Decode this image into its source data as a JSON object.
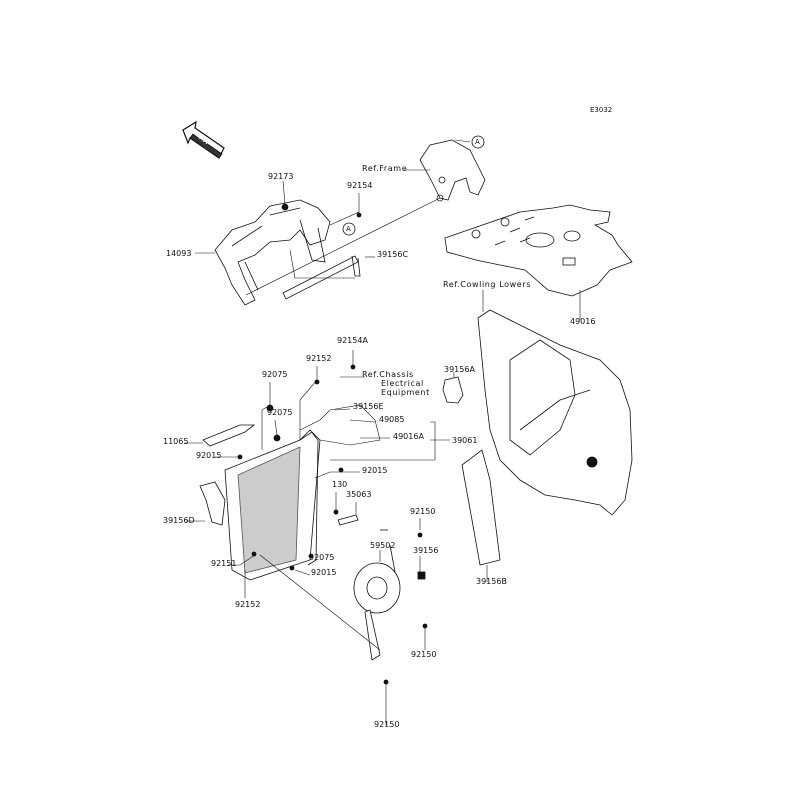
{
  "diagram_code": "E3032",
  "front_indicator": "FRONT",
  "callouts": {
    "a1": "A",
    "a2": "A"
  },
  "labels": {
    "p92173": "92173",
    "p92154": "92154",
    "ref_frame": "Ref.Frame",
    "p14093": "14093",
    "p39156C": "39156C",
    "ref_cowling": "Ref.Cowling Lowers",
    "p49016": "49016",
    "p92154A": "92154A",
    "p92152_top": "92152",
    "ref_chassis_1": "Ref.Chassis",
    "ref_chassis_2": "Electrical",
    "ref_chassis_3": "Equipment",
    "p92075_a": "92075",
    "p39156A": "39156A",
    "p92075_b": "92075",
    "p39156E": "39156E",
    "p49085": "49085",
    "p49016A": "49016A",
    "p39061": "39061",
    "p11065": "11065",
    "p92015_a": "92015",
    "p92015_b": "92015",
    "p130": "130",
    "p35063": "35063",
    "p39156D": "39156D",
    "p92150_a": "92150",
    "p59502": "59502",
    "p39156": "39156",
    "p92151": "92151",
    "p92075_c": "92075",
    "p92015_c": "92015",
    "p92152_bot": "92152",
    "p39156B": "39156B",
    "p92150_b": "92150",
    "p92150_c": "92150"
  }
}
